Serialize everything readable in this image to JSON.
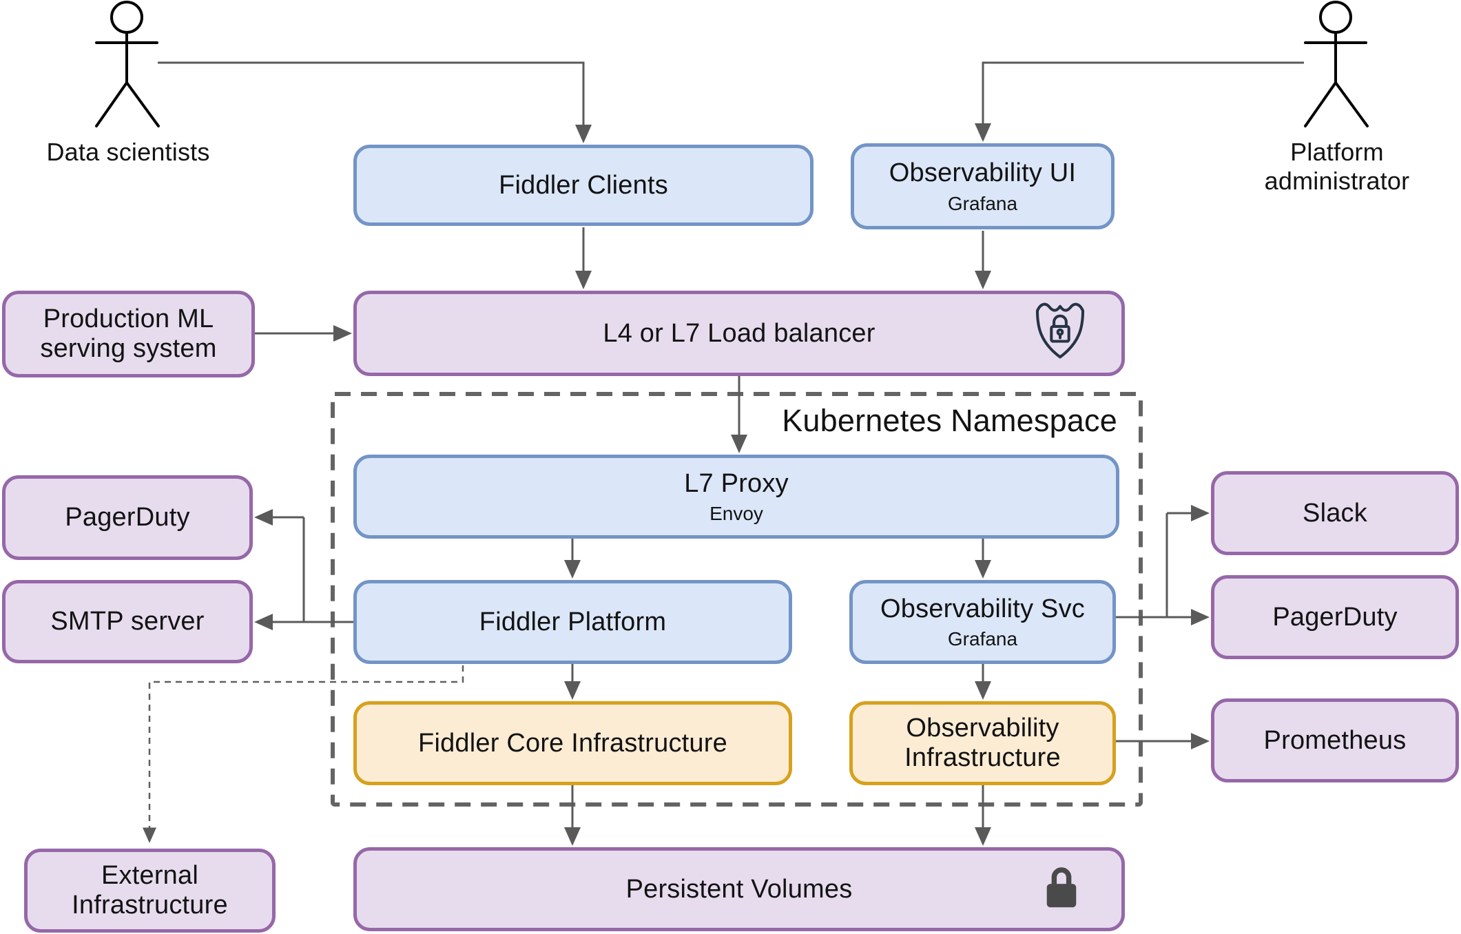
{
  "diagram": {
    "namespace_label": "Kubernetes Namespace"
  },
  "actors": {
    "data_scientists": {
      "label": "Data scientists"
    },
    "platform_admin": {
      "label": "Platform administrator"
    }
  },
  "nodes": {
    "fiddler_clients": {
      "label": "Fiddler Clients"
    },
    "observability_ui": {
      "label": "Observability UI",
      "sublabel": "Grafana"
    },
    "production_ml": {
      "label": "Production ML serving system"
    },
    "load_balancer": {
      "label": "L4 or L7 Load balancer",
      "icon": "shield-lock-icon"
    },
    "l7_proxy": {
      "label": "L7 Proxy",
      "sublabel": "Envoy"
    },
    "fiddler_platform": {
      "label": "Fiddler Platform"
    },
    "observability_svc": {
      "label": "Observability Svc",
      "sublabel": "Grafana"
    },
    "fiddler_core_infra": {
      "label": "Fiddler Core Infrastructure"
    },
    "observability_infra": {
      "label": "Observability Infrastructure"
    },
    "pagerduty_left": {
      "label": "PagerDuty"
    },
    "smtp_server": {
      "label": "SMTP server"
    },
    "slack": {
      "label": "Slack"
    },
    "pagerduty_right": {
      "label": "PagerDuty"
    },
    "prometheus": {
      "label": "Prometheus"
    },
    "persistent_volumes": {
      "label": "Persistent Volumes",
      "icon": "lock-icon"
    },
    "external_infra": {
      "label": "External Infrastructure"
    }
  },
  "colors": {
    "blue_fill": "#dbe7f8",
    "blue_border": "#7394c6",
    "purple_fill": "#e7dcee",
    "purple_border": "#9668a8",
    "orange_fill": "#fdecd4",
    "orange_border": "#d7a11e",
    "arrow": "#5a5a5a",
    "namespace_border": "#646464",
    "actor_stroke": "#000000",
    "shield_icon": "#263445",
    "lock_icon": "#4a4a4a"
  }
}
